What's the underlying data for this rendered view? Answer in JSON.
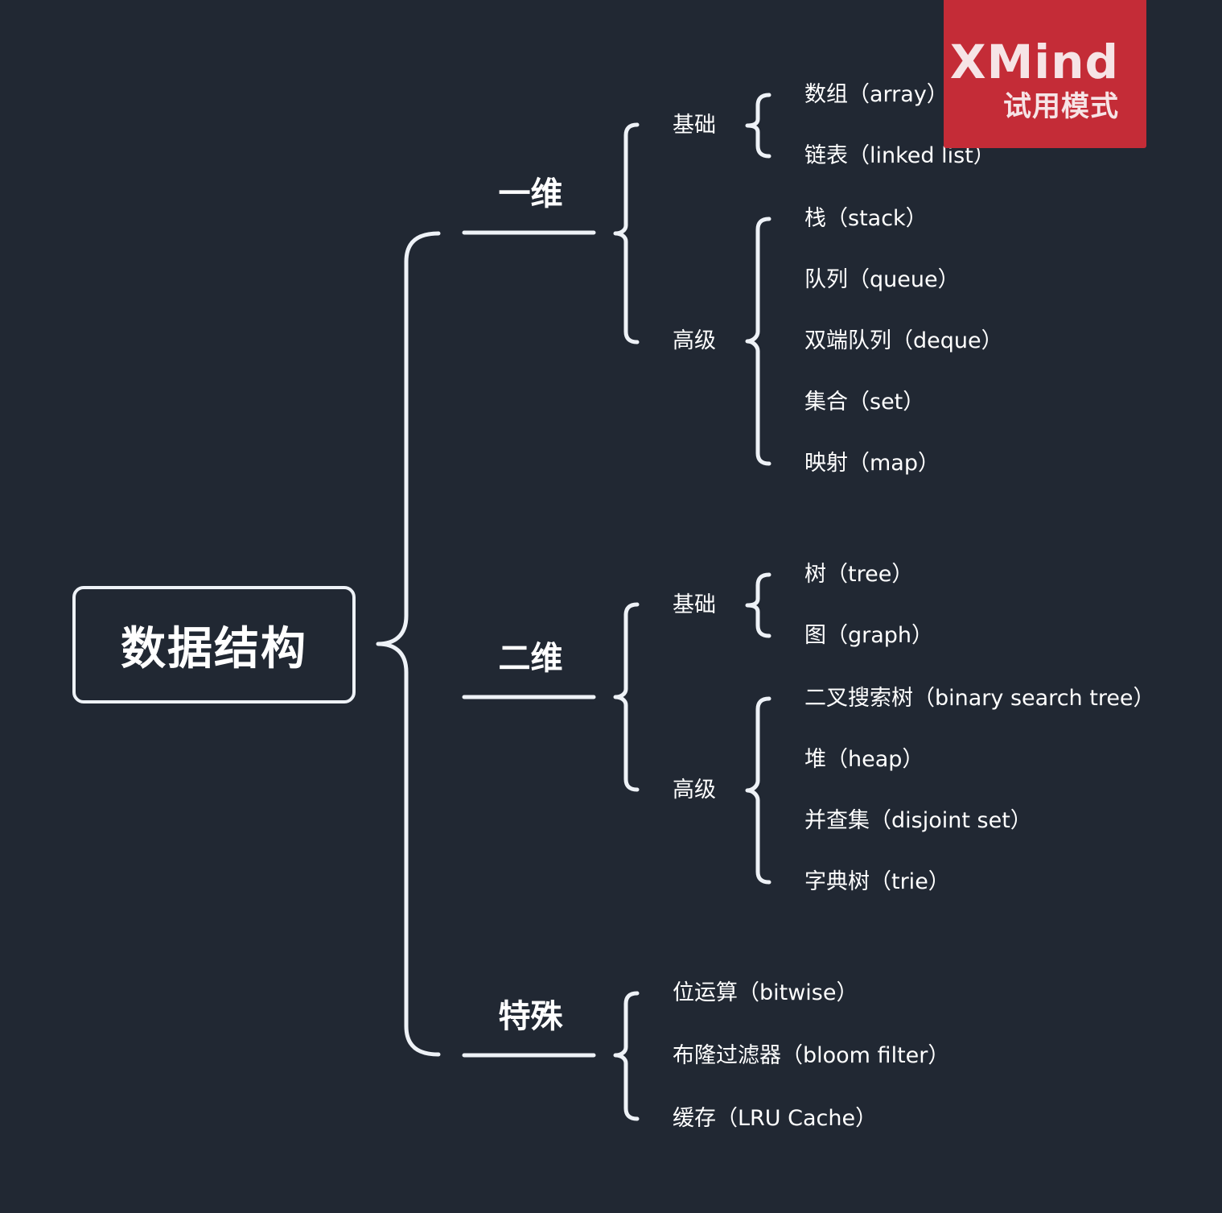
{
  "theme": {
    "background": "#212833",
    "line_color": "#eef2f7",
    "text_color": "#ffffff",
    "watermark_color": "#c42c37"
  },
  "root": {
    "label": "数据结构"
  },
  "branches": {
    "one_dim": {
      "label": "一维",
      "basic": {
        "label": "基础",
        "items": [
          "数组（array）",
          "链表（linked list）"
        ]
      },
      "advanced": {
        "label": "高级",
        "items": [
          "栈（stack）",
          "队列（queue）",
          "双端队列（deque）",
          "集合（set）",
          "映射（map）"
        ]
      }
    },
    "two_dim": {
      "label": "二维",
      "basic": {
        "label": "基础",
        "items": [
          "树（tree）",
          "图（graph）"
        ]
      },
      "advanced": {
        "label": "高级",
        "items": [
          "二叉搜索树（binary search tree）",
          "堆（heap）",
          "并查集（disjoint set）",
          "字典树（trie）"
        ]
      }
    },
    "special": {
      "label": "特殊",
      "items": [
        "位运算（bitwise）",
        "布隆过滤器（bloom filter）",
        "缓存（LRU Cache）"
      ]
    }
  },
  "watermark": {
    "brand": "XMind",
    "mode": "试用模式"
  }
}
